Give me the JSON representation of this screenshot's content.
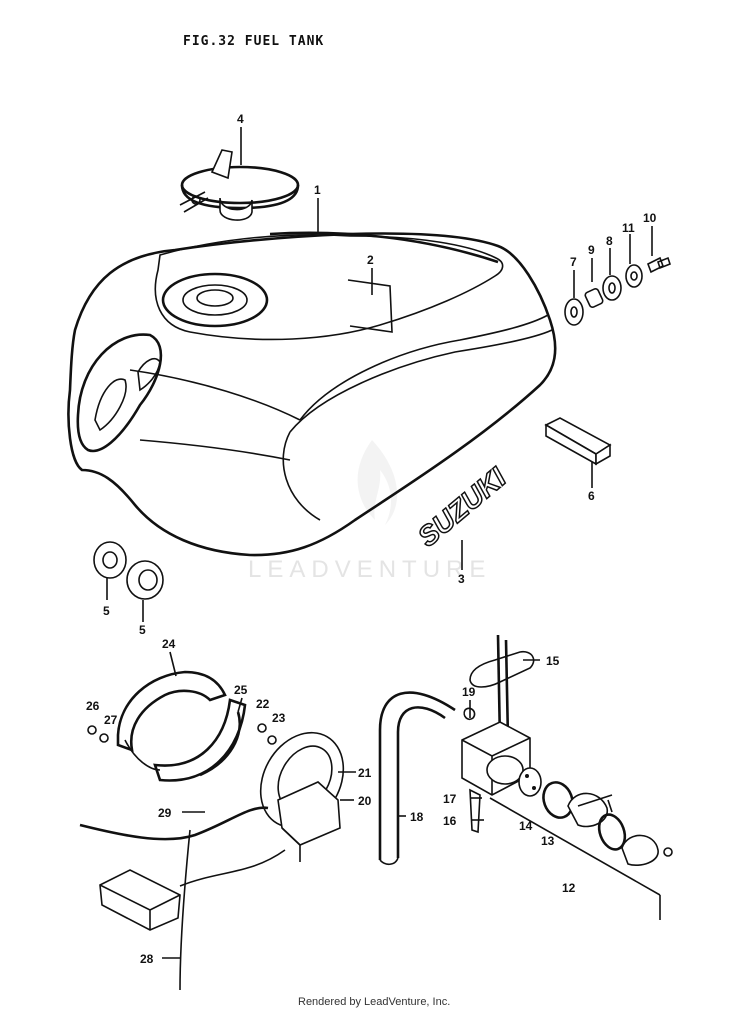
{
  "figure_title": "FIG.32  FUEL TANK",
  "watermark": "LEADVENTURE",
  "emblem_text": "SUZUKI",
  "footer": "Rendered by LeadVenture, Inc.",
  "callouts": {
    "c1": "1",
    "c2": "2",
    "c3": "3",
    "c4": "4",
    "c5a": "5",
    "c5b": "5",
    "c6": "6",
    "c7": "7",
    "c8": "8",
    "c9": "9",
    "c10": "10",
    "c11": "11",
    "c12": "12",
    "c13": "13",
    "c14": "14",
    "c15": "15",
    "c16": "16",
    "c17": "17",
    "c18": "18",
    "c19": "19",
    "c20": "20",
    "c21": "21",
    "c22": "22",
    "c23": "23",
    "c24": "24",
    "c25": "25",
    "c26": "26",
    "c27": "27",
    "c28": "28",
    "c29": "29"
  }
}
